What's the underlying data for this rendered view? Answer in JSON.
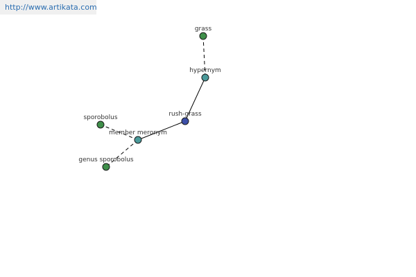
{
  "header": {
    "url": "http://www.artikata.com"
  },
  "colors": {
    "leaf": "#3f8f4a",
    "relation": "#4a9a9a",
    "center": "#3d4fa8"
  },
  "graph": {
    "nodes": [
      {
        "id": "grass",
        "label": "grass",
        "kind": "leaf"
      },
      {
        "id": "hypernym",
        "label": "hypernym",
        "kind": "relation"
      },
      {
        "id": "rush-grass",
        "label": "rush-grass",
        "kind": "center"
      },
      {
        "id": "member-meronym",
        "label": "member meronym",
        "kind": "relation"
      },
      {
        "id": "sporobolus",
        "label": "sporobolus",
        "kind": "leaf"
      },
      {
        "id": "genus-sporobolus",
        "label": "genus sporobolus",
        "kind": "leaf"
      }
    ],
    "edges": [
      {
        "from": "grass",
        "to": "hypernym",
        "style": "dashed"
      },
      {
        "from": "hypernym",
        "to": "rush-grass",
        "style": "solid"
      },
      {
        "from": "rush-grass",
        "to": "member-meronym",
        "style": "solid"
      },
      {
        "from": "member-meronym",
        "to": "sporobolus",
        "style": "dashed"
      },
      {
        "from": "member-meronym",
        "to": "genus-sporobolus",
        "style": "dashed"
      }
    ]
  }
}
